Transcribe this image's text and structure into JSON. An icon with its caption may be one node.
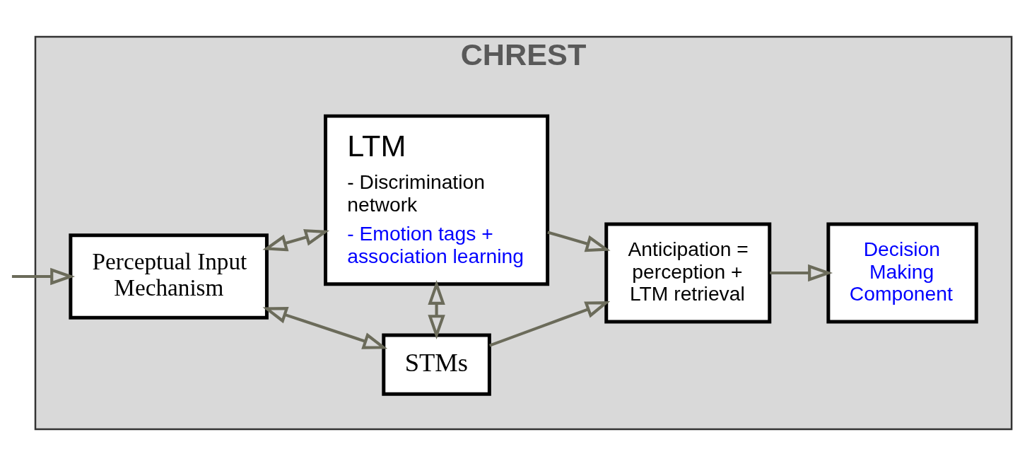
{
  "diagram": {
    "nodes": [
      {
        "text": [
          "CHREST"
        ]
      },
      {
        "text": [
          "STMs"
        ],
        "in": 0
      },
      {
        "text": [
          "Perceptual Input Mechanism"
        ],
        "in": 0
      },
      {
        "text": [
          "LTM",
          "- Discrimination network",
          "- Emotion tags + association learning"
        ],
        "in": 0
      },
      {
        "text": [
          "Anticipation = perception + LTM retrieval"
        ],
        "in": 0
      },
      {
        "text": [
          "Decision Making Component"
        ],
        "in": 0
      }
    ],
    "edges": [
      {
        "from": null,
        "to": 2,
        "arrow": "to"
      },
      {
        "from": 2,
        "to": 1,
        "arrow": "both"
      },
      {
        "from": 1,
        "to": 3,
        "arrow": "both"
      },
      {
        "from": 2,
        "to": 3,
        "arrow": "both"
      },
      {
        "from": 1,
        "to": 4,
        "arrow": "to"
      },
      {
        "from": 3,
        "to": 4,
        "arrow": "to"
      },
      {
        "from": 4,
        "to": 5,
        "arrow": "to"
      }
    ]
  }
}
